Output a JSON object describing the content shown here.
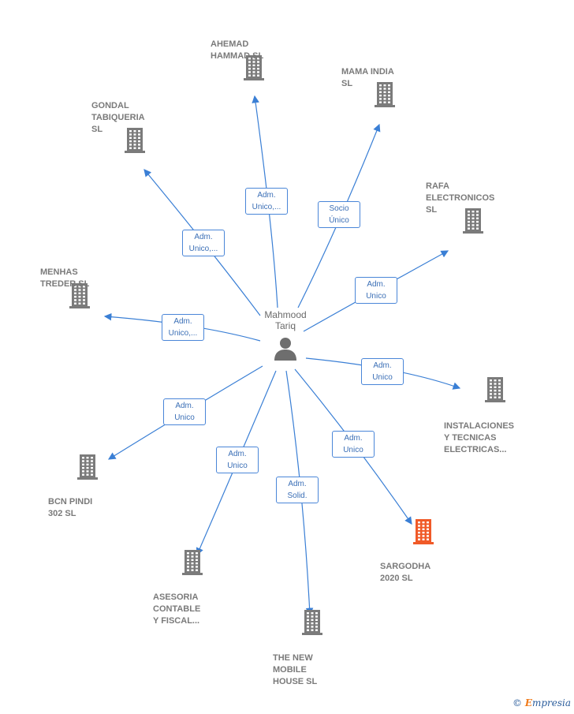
{
  "center": {
    "name": "Mahmood\nTariq",
    "icon": "person-icon"
  },
  "colors": {
    "edge": "#3a7fd5",
    "building": "#7b7b7b",
    "highlight": "#f05a28"
  },
  "nodes": [
    {
      "id": "ahemad",
      "label": "AHEMAD\nHAMMAD SL",
      "role": "Adm.\nUnico,..."
    },
    {
      "id": "mama",
      "label": "MAMA INDIA\nSL",
      "role": "Socio\nÚnico"
    },
    {
      "id": "gondal",
      "label": "GONDAL\nTABIQUERIA\nSL",
      "role": "Adm.\nUnico,..."
    },
    {
      "id": "rafa",
      "label": "RAFA\nELECTRONICOS\nSL",
      "role": "Adm.\nUnico"
    },
    {
      "id": "menhas",
      "label": "MENHAS\nTREDER  SL",
      "role": "Adm.\nUnico,..."
    },
    {
      "id": "instalaciones",
      "label": "INSTALACIONES\nY TECNICAS\nELECTRICAS...",
      "role": "Adm.\nUnico"
    },
    {
      "id": "bcn",
      "label": "BCN PINDI\n302  SL",
      "role": "Adm.\nUnico"
    },
    {
      "id": "asesoria",
      "label": "ASESORIA\nCONTABLE\nY FISCAL...",
      "role": "Adm.\nUnico"
    },
    {
      "id": "newmobile",
      "label": "THE NEW\nMOBILE\nHOUSE  SL",
      "role": "Adm.\nSolid."
    },
    {
      "id": "sargodha",
      "label": "SARGODHA\n2020  SL",
      "role": "Adm.\nUnico",
      "highlight": true
    }
  ],
  "footer": {
    "copyright": "©",
    "brand_initial": "E",
    "brand_rest": "mpresia"
  }
}
